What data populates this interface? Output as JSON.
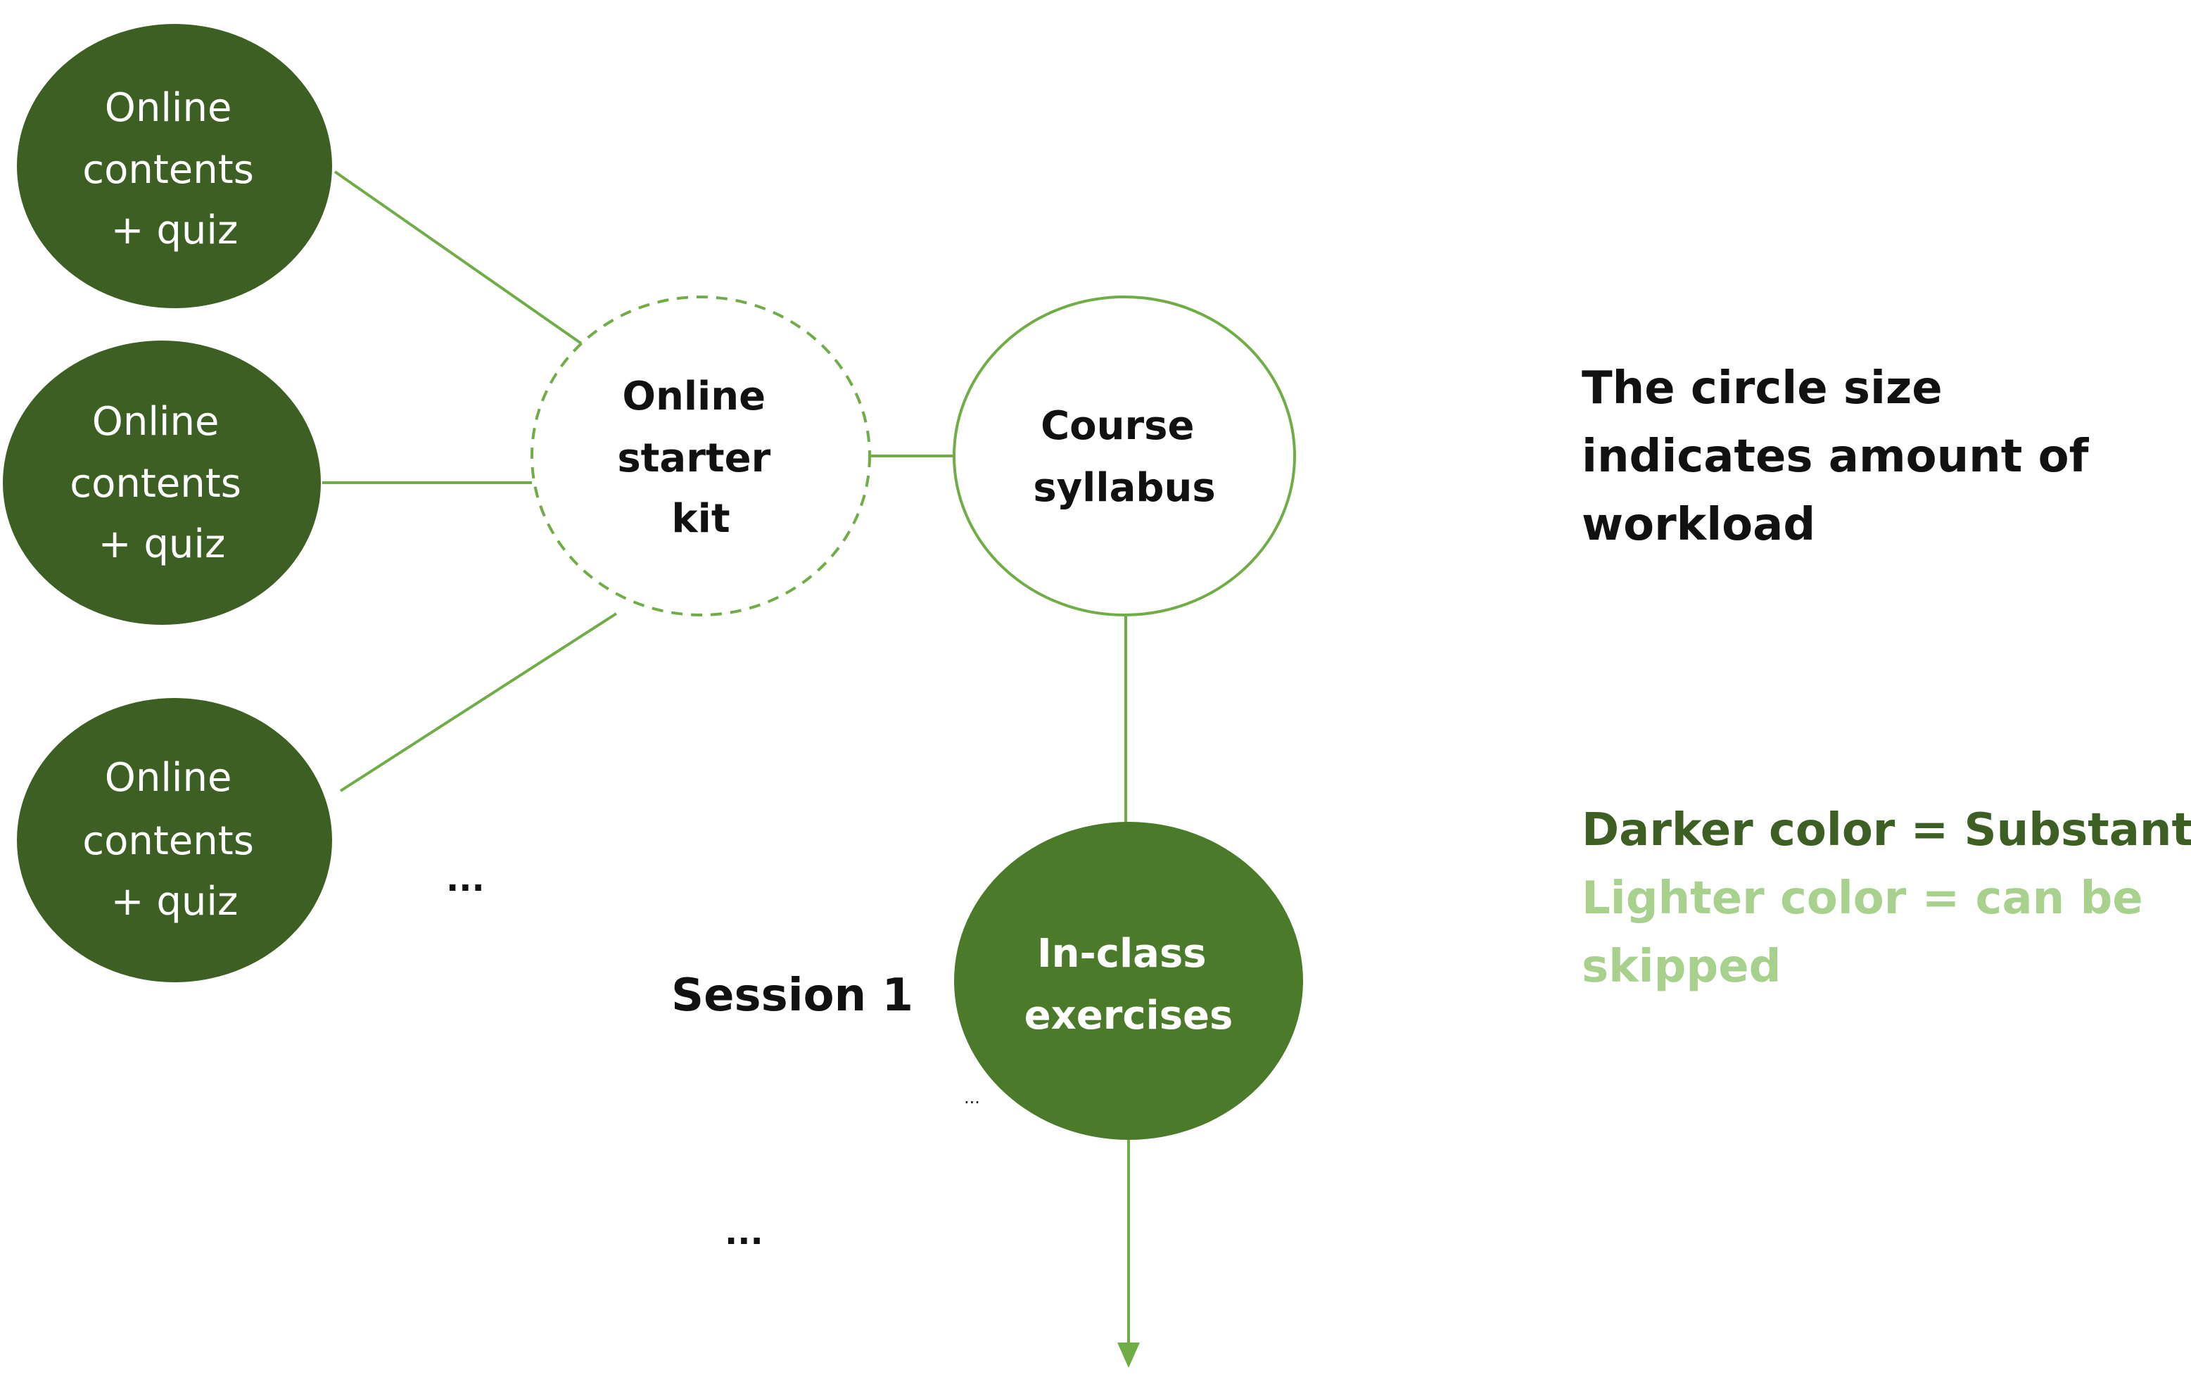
{
  "nodes": {
    "contents_1": {
      "lines": [
        "Online",
        "contents",
        "+ quiz"
      ]
    },
    "contents_2": {
      "lines": [
        "Online",
        "contents",
        "+ quiz"
      ]
    },
    "contents_3": {
      "lines": [
        "Online",
        "contents",
        "+ quiz"
      ]
    },
    "starter_kit": {
      "lines": [
        "Online",
        "starter",
        "kit"
      ]
    },
    "syllabus": {
      "lines": [
        "Course",
        "syllabus"
      ]
    },
    "exercises": {
      "lines": [
        "In-class",
        "exercises"
      ]
    }
  },
  "labels": {
    "session": "Session 1",
    "ellipsis_left": "...",
    "ellipsis_bottom": "...",
    "ellipsis_small": "..."
  },
  "legend": {
    "size_note": "The circle size indicates amount of workload",
    "darker": "Darker color = Substantial",
    "lighter": "Lighter color = can be skipped"
  },
  "colors": {
    "dark_green": "#3e5f24",
    "medium_green": "#4c7a2b",
    "outline_green": "#70ad47",
    "light_green": "#a9d18e"
  }
}
